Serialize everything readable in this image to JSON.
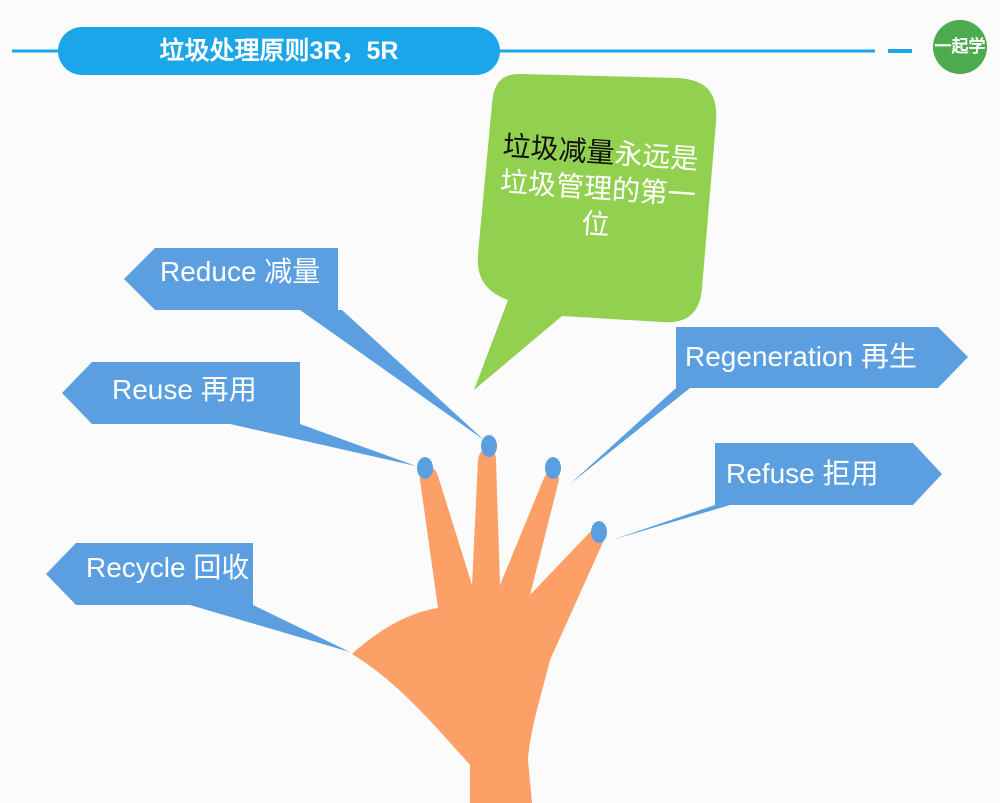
{
  "header": {
    "title": "垃圾处理原则3R，5R",
    "logo_text": "一起学"
  },
  "bubble": {
    "highlight": "垃圾减量",
    "rest": "永远是垃圾管理的第一位"
  },
  "labels": {
    "reduce": "Reduce 减量",
    "reuse": "Reuse 再用",
    "recycle": "Recycle 回收",
    "regeneration": "Regeneration 再生",
    "refuse": "Refuse 拒用"
  },
  "colors": {
    "banner": "#1aa6e8",
    "callout": "#5b9fe0",
    "bubble": "#92d050",
    "hand": "#fca068",
    "fingertip": "#5b9fe0",
    "logo": "#4cab4e"
  }
}
